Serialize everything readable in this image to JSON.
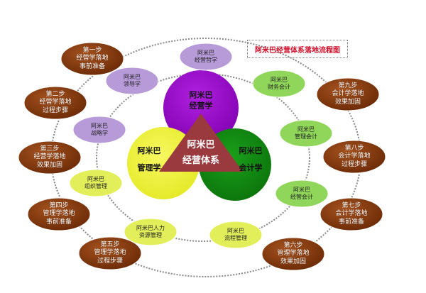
{
  "title": "阿米巴经营体系落地流程图",
  "core": {
    "center": [
      "阿米巴",
      "经营体系"
    ],
    "top": [
      "阿米巴",
      "经营学"
    ],
    "left": [
      "阿米巴",
      "管理学"
    ],
    "right": [
      "阿米巴",
      "会计学"
    ]
  },
  "inner": [
    [
      "阿米巴",
      "经营哲学"
    ],
    [
      "阿米巴",
      "领导学"
    ],
    [
      "阿米巴",
      "战略学"
    ],
    [
      "阿米巴",
      "组织管理"
    ],
    [
      "阿米巴人力",
      "资源管理"
    ],
    [
      "阿米巴",
      "流程管理"
    ],
    [
      "阿米巴",
      "经营会计"
    ],
    [
      "阿米巴",
      "管理会计"
    ],
    [
      "阿米巴",
      "财务会计"
    ]
  ],
  "steps": [
    [
      "第一步",
      "经营学落地",
      "事前准备"
    ],
    [
      "第二步",
      "经营学落地",
      "过程步骤"
    ],
    [
      "第三步",
      "经营学落地",
      "效果加固"
    ],
    [
      "第四步",
      "管理学落地",
      "事前准备"
    ],
    [
      "第五步",
      "管理学落地",
      "过程步骤"
    ],
    [
      "第六步",
      "管理学落地",
      "效果加固"
    ],
    [
      "第七步",
      "会计学落地",
      "事前准备"
    ],
    [
      "第八步",
      "会计学落地",
      "过程步骤"
    ],
    [
      "第九步",
      "会计学落地",
      "效果加固"
    ]
  ],
  "colors": {
    "step": "#8a3a0e",
    "lavender": "#b79ad8",
    "lime": "#e2ef5a",
    "green": "#8fd65a",
    "purple": "#9b00c8",
    "yellow": "#eef231",
    "darkgreen": "#108a10",
    "triangle": "#9a3a3e",
    "title": "#d0102a"
  }
}
